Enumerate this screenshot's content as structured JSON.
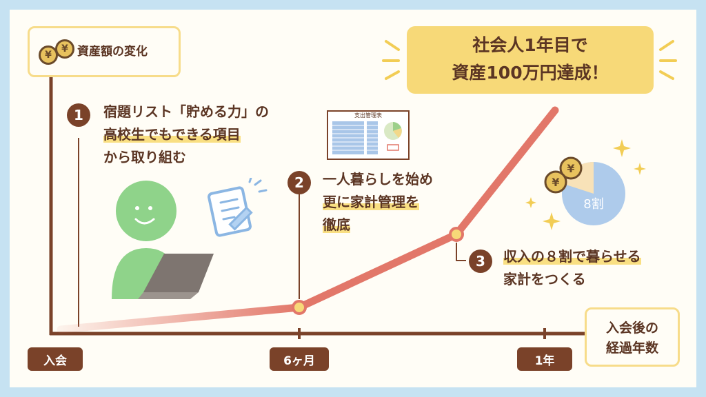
{
  "y_axis_label": "資産額の変化",
  "x_axis_label": [
    "入会後の",
    "経過年数"
  ],
  "x_ticks": [
    "入会",
    "6ヶ月",
    "1年"
  ],
  "headline": [
    "社会人1年目で",
    "資産100万円達成！"
  ],
  "coin_symbol": "¥",
  "steps": [
    {
      "num": "1",
      "lines": [
        "宿題リスト「貯める力」の",
        "高校生でもできる項目",
        "から取り組む"
      ]
    },
    {
      "num": "2",
      "lines": [
        "一人暮らしを始め",
        "更に家計管理を",
        "徹底"
      ]
    },
    {
      "num": "3",
      "lines": [
        "収入の８割で暮らせる",
        "家計をつくる"
      ]
    }
  ],
  "budget_sheet_title": "支出管理表",
  "pie_label": "8割",
  "pie_fraction": 0.8,
  "colors": {
    "brown": "#7a4229",
    "text": "#5b3523",
    "line": "#e27769",
    "yellow": "#f7d978",
    "green": "#8fd38a",
    "blue": "#aecbeb",
    "background": "#c6e2f2"
  }
}
